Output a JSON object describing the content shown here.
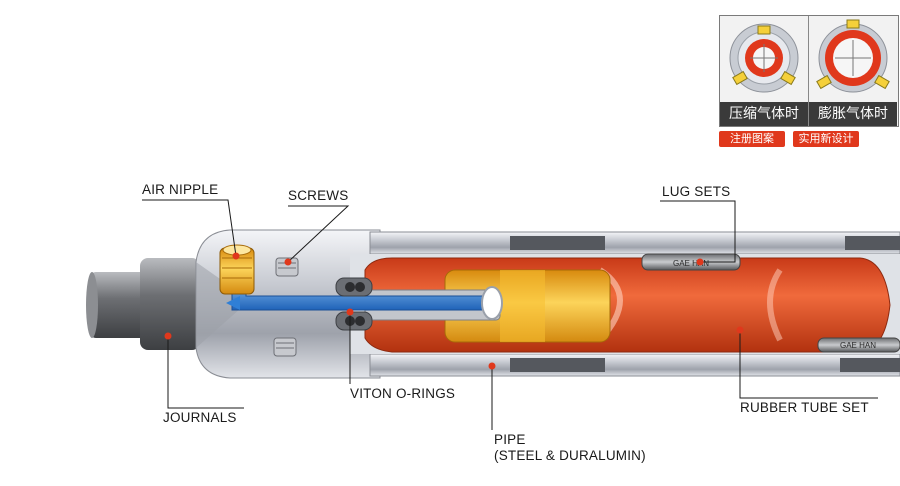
{
  "labels": {
    "air_nipple": "AIR NIPPLE",
    "screws": "SCREWS",
    "lug_sets": "LUG SETS",
    "journals": "JOURNALS",
    "viton_o_rings": "VITON O-RINGS",
    "pipe_line1": "PIPE",
    "pipe_line2": "(STEEL & DURALUMIN)",
    "rubber_tube_set": "RUBBER TUBE SET"
  },
  "inset": {
    "compressed_caption": "压缩气体时",
    "expanded_caption": "膨胀气体时",
    "badge_registered_design": "注册图案",
    "badge_utility_model": "实用新设计"
  },
  "lug_marking": "GAE HAN",
  "colors": {
    "accent_red": "#e0381c",
    "rubber_orange": "#e4572e",
    "air_blue": "#2f7fd6",
    "brass_yellow": "#f2b31b",
    "lug_yellow": "#f5d03a",
    "steel_gray": "#b8bcc4"
  }
}
